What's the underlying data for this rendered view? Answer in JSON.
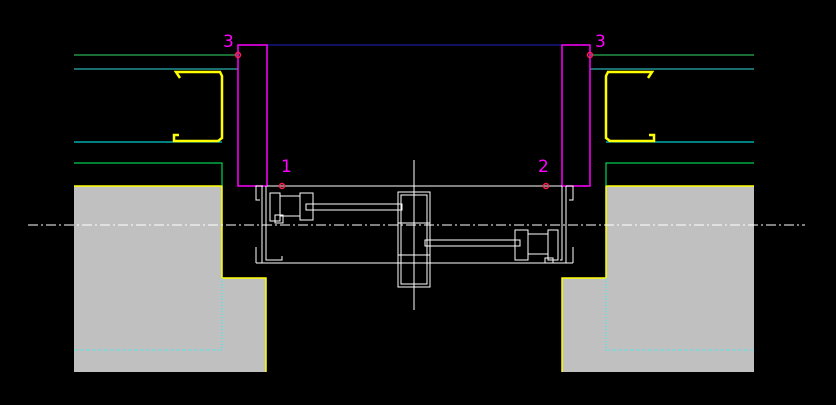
{
  "drawing": {
    "labels": {
      "p1": "1",
      "p2": "2",
      "p3_left": "3",
      "p3_right": "3"
    },
    "colors": {
      "background": "#000000",
      "magenta": "#ff00ff",
      "green": "#00ff66",
      "cyan": "#00ffff",
      "yellow": "#ffff00",
      "white": "#ffffff",
      "concrete": "#c0c0c0",
      "blue": "#2020c0",
      "marker": "#ff2050"
    }
  }
}
